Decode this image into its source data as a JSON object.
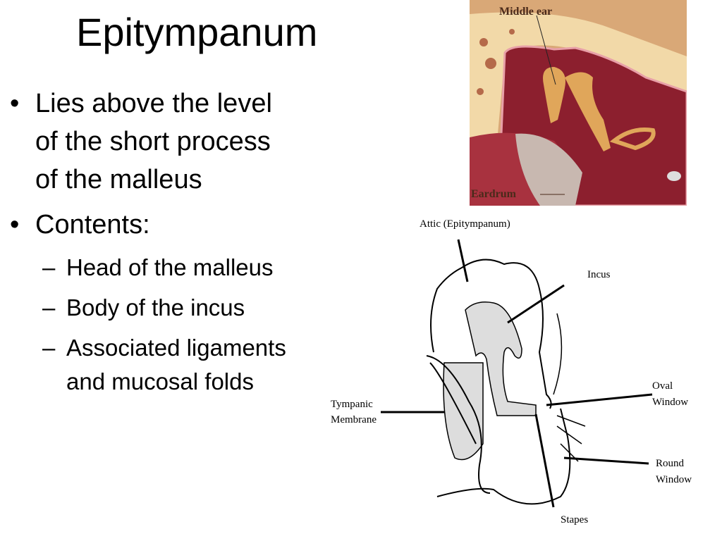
{
  "slide": {
    "title": "Epitympanum",
    "bullets": [
      {
        "marker": "•",
        "text": "Lies above the level of the short process of the malleus"
      },
      {
        "marker": "•",
        "text": "Contents:"
      }
    ],
    "sub_bullets": [
      {
        "marker": "–",
        "text": "Head of the malleus"
      },
      {
        "marker": "–",
        "text": "Body of the incus"
      },
      {
        "marker": "–",
        "text": "Associated ligaments and mucosal folds"
      }
    ]
  },
  "photo": {
    "labels": {
      "top": "Middle ear",
      "bottom": "Eardrum"
    },
    "colors": {
      "bone": "#f2d9a8",
      "cavity": "#8c1f2e",
      "ossicle": "#e0a65a",
      "membrane": "#c8b8b0"
    }
  },
  "diagram": {
    "labels": {
      "attic": "Attic (Epitympanum)",
      "incus": "Incus",
      "oval_line1": "Oval",
      "oval_line2": "Window",
      "tympanic_line1": "Tympanic",
      "tympanic_line2": "Membrane",
      "round_line1": "Round",
      "round_line2": "Window",
      "stapes": "Stapes"
    }
  }
}
